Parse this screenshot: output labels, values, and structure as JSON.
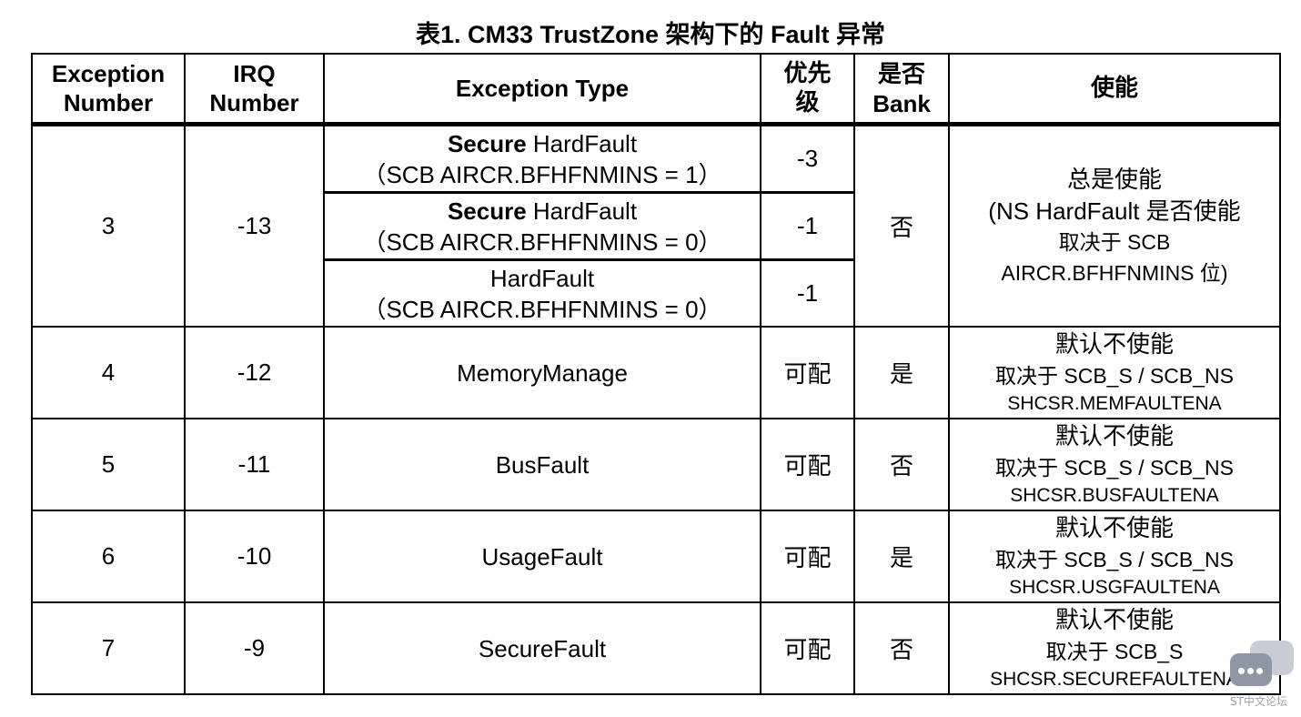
{
  "title": "表1. CM33 TrustZone 架构下的 Fault 异常",
  "headers": {
    "exception_number": [
      "Exception",
      "Number"
    ],
    "irq_number": [
      "IRQ",
      "Number"
    ],
    "exception_type": "Exception Type",
    "priority": [
      "优先",
      "级"
    ],
    "banked": [
      "是否",
      "Bank"
    ],
    "enable": "使能"
  },
  "hardfault": {
    "exception_number": "3",
    "irq_number": "-13",
    "variants": [
      {
        "bold": "Secure",
        "name": " HardFault",
        "condition": "（SCB AIRCR.BFHFNMINS = 1）",
        "priority": "-3"
      },
      {
        "bold": "Secure",
        "name": " HardFault",
        "condition": "（SCB AIRCR.BFHFNMINS = 0）",
        "priority": "-1"
      },
      {
        "bold": "",
        "name": "HardFault",
        "condition": "（SCB AIRCR.BFHFNMINS = 0）",
        "priority": "-1"
      }
    ],
    "banked": "否",
    "enable": [
      "总是使能",
      "(NS HardFault 是否使能",
      "取决于 SCB",
      "AIRCR.BFHFNMINS 位)"
    ]
  },
  "rows": [
    {
      "exception_number": "4",
      "irq_number": "-12",
      "type": "MemoryManage",
      "priority": "可配",
      "banked": "是",
      "enable": [
        "默认不使能",
        "取决于 SCB_S / SCB_NS",
        "SHCSR.MEMFAULTENA"
      ]
    },
    {
      "exception_number": "5",
      "irq_number": "-11",
      "type": "BusFault",
      "priority": "可配",
      "banked": "否",
      "enable": [
        "默认不使能",
        "取决于 SCB_S / SCB_NS",
        "SHCSR.BUSFAULTENA"
      ]
    },
    {
      "exception_number": "6",
      "irq_number": "-10",
      "type": "UsageFault",
      "priority": "可配",
      "banked": "是",
      "enable": [
        "默认不使能",
        "取决于 SCB_S / SCB_NS",
        "SHCSR.USGFAULTENA"
      ]
    },
    {
      "exception_number": "7",
      "irq_number": "-9",
      "type": "SecureFault",
      "priority": "可配",
      "banked": "否",
      "enable": [
        "默认不使能",
        "取决于 SCB_S",
        "SHCSR.SECUREFAULTENA"
      ]
    }
  ],
  "watermark": {
    "text": "ST中文论坛",
    "icon": "chat-bubble-icon"
  }
}
